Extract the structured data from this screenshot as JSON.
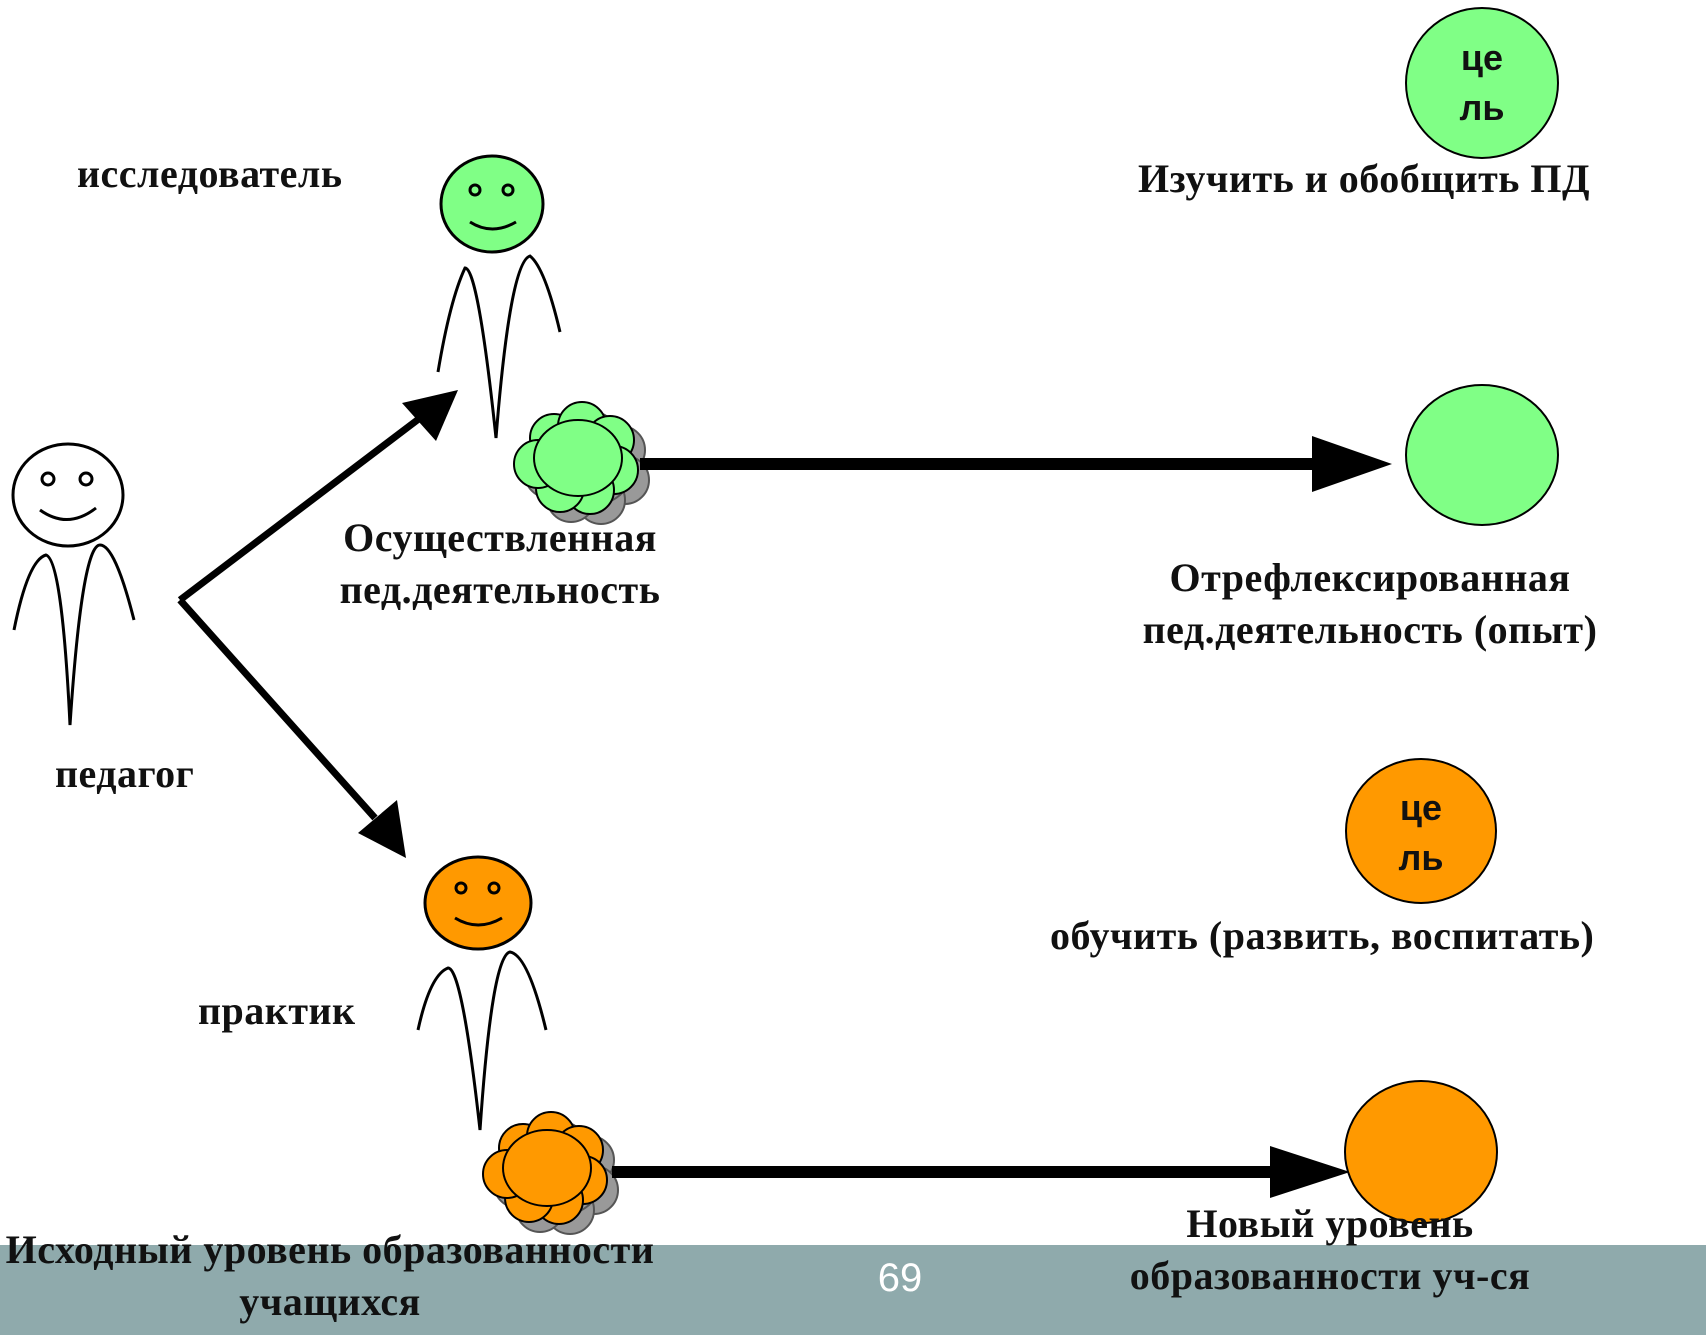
{
  "labels": {
    "researcher": "исследователь",
    "teacher": "педагог",
    "practitioner": "практик",
    "realized_activity": [
      "Осуществленная",
      "пед.деятельность"
    ],
    "reflected_activity": [
      "Отрефлексированная",
      "пед.деятельность (опыт)"
    ],
    "initial_level": [
      "Исходный уровень образованности",
      "учащихся"
    ],
    "new_level": [
      "Новый уровень",
      "образованности уч-ся"
    ],
    "goal_research": "Изучить и обобщить ПД",
    "goal_practice": "обучить (развить, воспитать)"
  },
  "goal_badge": {
    "line1": "це",
    "line2": "ль"
  },
  "page_number": "69",
  "colors": {
    "research": "#80ff86",
    "practice": "#ff9900",
    "footer": "#8faaac",
    "ink": "#000000"
  }
}
